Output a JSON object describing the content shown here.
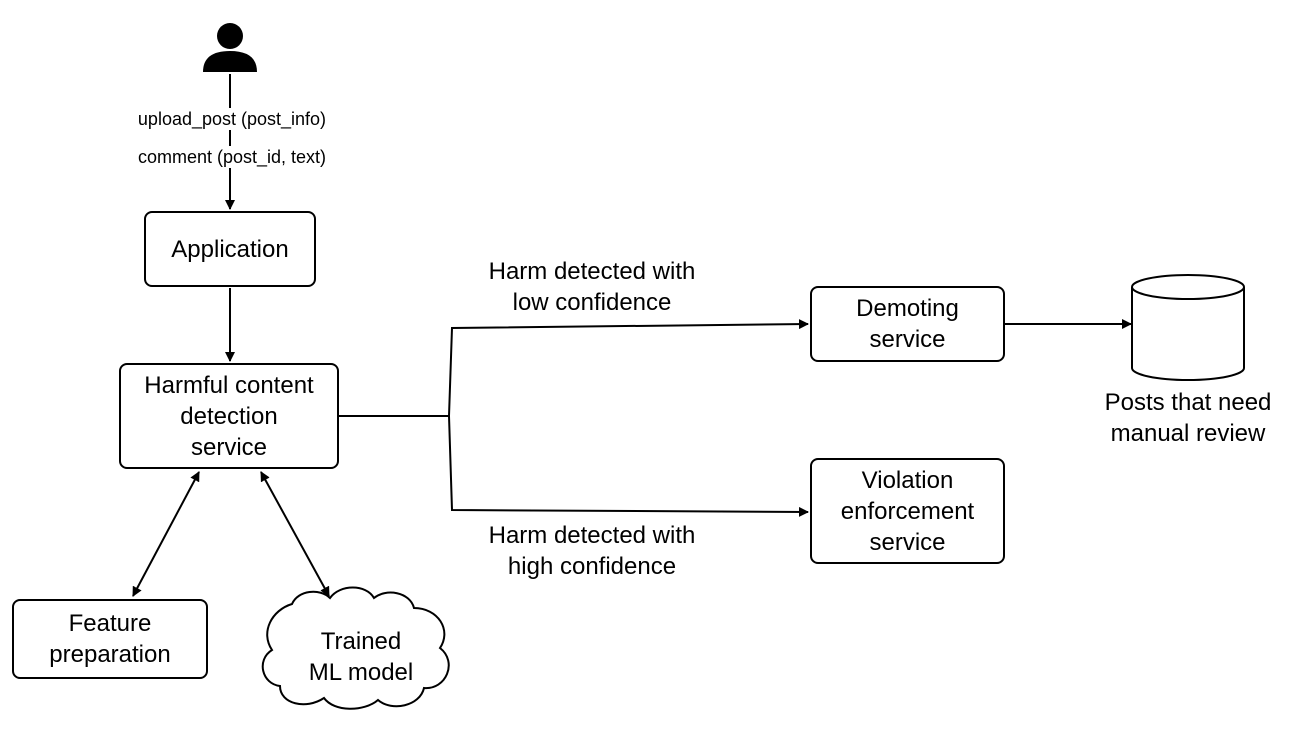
{
  "user": {
    "icon": "user-icon"
  },
  "calls": {
    "upload": "upload_post (post_info)",
    "comment": "comment (post_id, text)"
  },
  "nodes": {
    "application": "Application",
    "detection": "Harmful content\ndetection\nservice",
    "feature": "Feature\npreparation",
    "model": "Trained\nML model",
    "demoting": "Demoting\nservice",
    "violation": "Violation\nenforcement\nservice",
    "review_db": "Posts that need\nmanual review"
  },
  "edges": {
    "low": "Harm detected with\nlow confidence",
    "high": "Harm detected with\nhigh confidence"
  }
}
